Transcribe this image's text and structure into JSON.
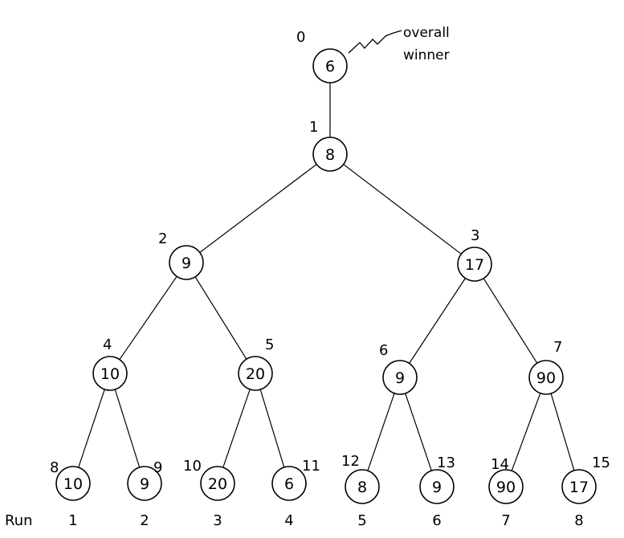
{
  "tree": {
    "nodes": [
      {
        "index": "0",
        "key": "6"
      },
      {
        "index": "1",
        "key": "8"
      },
      {
        "index": "2",
        "key": "9"
      },
      {
        "index": "3",
        "key": "17"
      },
      {
        "index": "4",
        "key": "10"
      },
      {
        "index": "5",
        "key": "20"
      },
      {
        "index": "6",
        "key": "9"
      },
      {
        "index": "7",
        "key": "90"
      },
      {
        "index": "8",
        "key": "10"
      },
      {
        "index": "9",
        "key": "9"
      },
      {
        "index": "10",
        "key": "20"
      },
      {
        "index": "11",
        "key": "6"
      },
      {
        "index": "12",
        "key": "8"
      },
      {
        "index": "13",
        "key": "9"
      },
      {
        "index": "14",
        "key": "90"
      },
      {
        "index": "15",
        "key": "17"
      }
    ],
    "edges": [
      [
        "0",
        "1"
      ],
      [
        "1",
        "2"
      ],
      [
        "1",
        "3"
      ],
      [
        "2",
        "4"
      ],
      [
        "2",
        "5"
      ],
      [
        "3",
        "6"
      ],
      [
        "3",
        "7"
      ],
      [
        "4",
        "8"
      ],
      [
        "4",
        "9"
      ],
      [
        "5",
        "10"
      ],
      [
        "5",
        "11"
      ],
      [
        "6",
        "12"
      ],
      [
        "6",
        "13"
      ],
      [
        "7",
        "14"
      ],
      [
        "7",
        "15"
      ]
    ]
  },
  "annotation": {
    "line1": "overall",
    "line2": "winner"
  },
  "runs": {
    "label": "Run",
    "numbers": [
      "1",
      "2",
      "3",
      "4",
      "5",
      "6",
      "7",
      "8"
    ]
  }
}
